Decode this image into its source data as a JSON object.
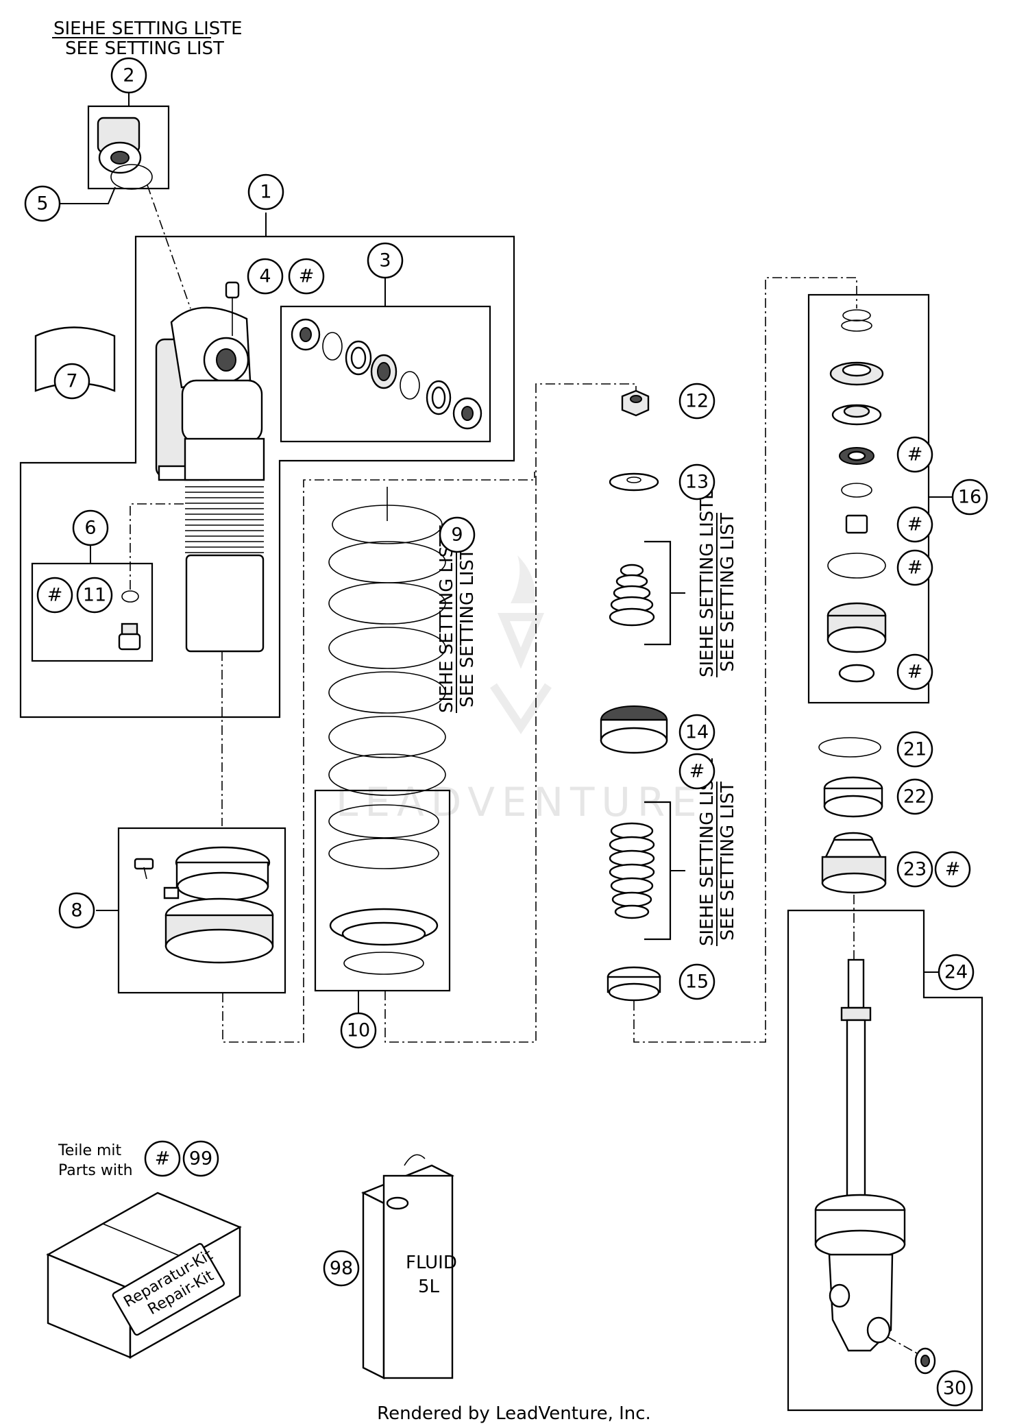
{
  "setting_list": {
    "de": "SIEHE SETTING LISTE",
    "en": "SEE SETTING LIST"
  },
  "callouts": [
    "1",
    "2",
    "3",
    "4",
    "5",
    "6",
    "7",
    "8",
    "9",
    "10",
    "11",
    "12",
    "13",
    "14",
    "15",
    "16",
    "21",
    "22",
    "23",
    "24",
    "30",
    "98",
    "99"
  ],
  "hash_symbol": "#",
  "legend": {
    "line1": "Teile mit",
    "line2": "Parts with"
  },
  "kit": {
    "line1": "Reparatur-Kit",
    "line2": "Repair-Kit"
  },
  "fluid": {
    "line1": "FLUID",
    "line2": "5L"
  },
  "watermark": "LEADVENTURE",
  "footer": "Rendered by LeadVenture, Inc."
}
